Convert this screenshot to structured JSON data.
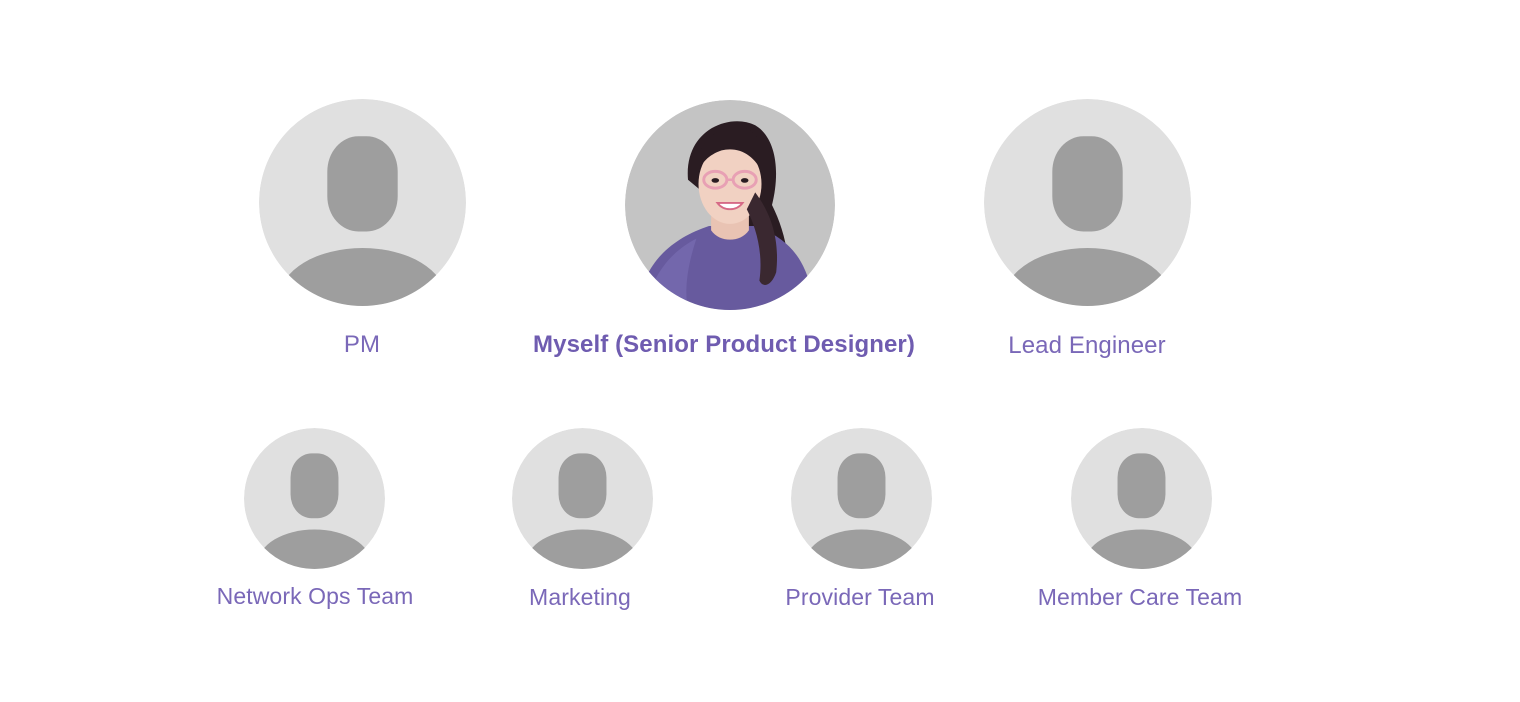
{
  "team": {
    "top_row": [
      {
        "label": "PM",
        "avatar": "default-avatar-icon"
      },
      {
        "label": "Myself (Senior Product Designer)",
        "avatar": "illustrated-portrait",
        "highlight": true
      },
      {
        "label": "Lead Engineer",
        "avatar": "default-avatar-icon"
      }
    ],
    "bottom_row": [
      {
        "label": "Network Ops Team",
        "avatar": "default-avatar-icon"
      },
      {
        "label": "Marketing",
        "avatar": "default-avatar-icon"
      },
      {
        "label": "Provider Team",
        "avatar": "default-avatar-icon"
      },
      {
        "label": "Member Care Team",
        "avatar": "default-avatar-icon"
      }
    ]
  },
  "colors": {
    "label_text": "#7a68b8",
    "placeholder_circle": "#e0e0e0",
    "placeholder_silhouette": "#9e9e9e",
    "portrait_background": "#c4c4c4",
    "shirt": "#675a9e"
  }
}
